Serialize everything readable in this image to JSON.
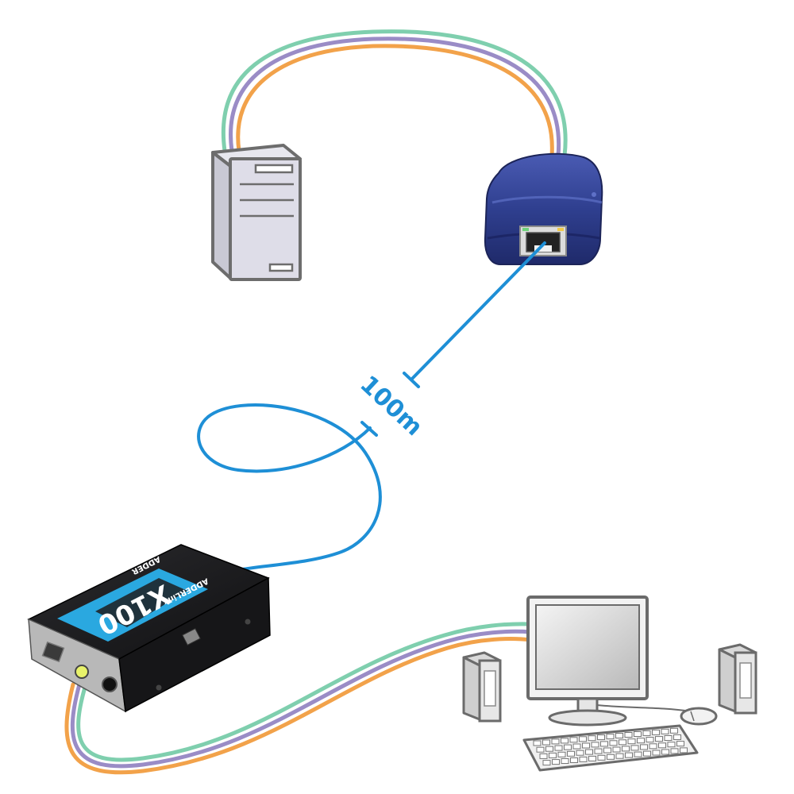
{
  "diagram": {
    "distance_label": "100m",
    "receiver_brand_text": "ADDERLink",
    "receiver_model_text": "X100",
    "receiver_vendor_text": "ADDER",
    "colors": {
      "cable_green": "#7fcfae",
      "cable_purple": "#9a8cc6",
      "cable_orange": "#f2a24a",
      "cat5_blue": "#1e8fd6",
      "transmitter_blue": "#2f3f8f",
      "receiver_body": "#1d1d1f",
      "receiver_accent": "#2aa8e0",
      "label_blue": "#1e8fd6"
    },
    "devices": [
      {
        "id": "pc-tower-icon",
        "name": "Computer tower"
      },
      {
        "id": "transmitter-icon",
        "name": "Transmitter module"
      },
      {
        "id": "receiver-icon",
        "name": "Receiver unit"
      },
      {
        "id": "monitor-icon",
        "name": "Monitor"
      },
      {
        "id": "keyboard-icon",
        "name": "Keyboard"
      },
      {
        "id": "mouse-icon",
        "name": "Mouse"
      },
      {
        "id": "speaker-left-icon",
        "name": "Left speaker"
      },
      {
        "id": "speaker-right-icon",
        "name": "Right speaker"
      }
    ]
  }
}
